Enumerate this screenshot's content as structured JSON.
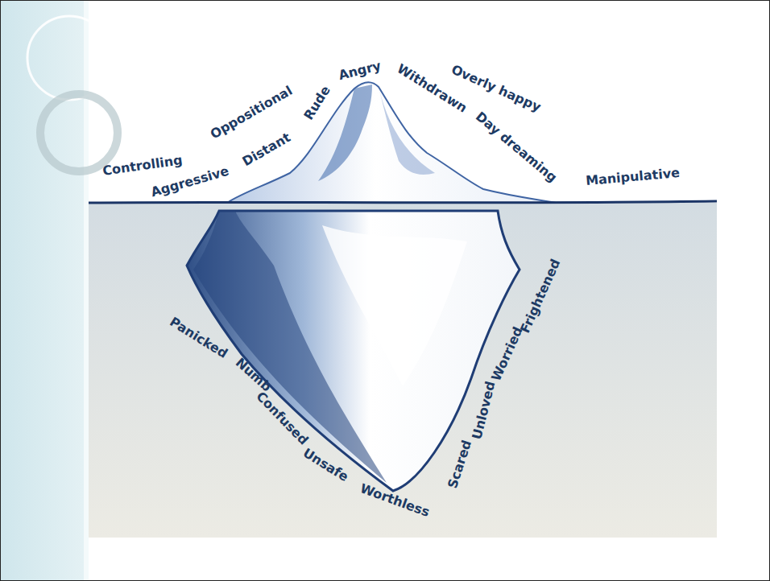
{
  "diagram": {
    "labels": [
      "Controlling",
      "Aggressive",
      "Oppositional",
      "Distant",
      "Rude",
      "Angry",
      "Withdrawn",
      "Overly happy",
      "Day dreaming",
      "Manipulative",
      "Panicked",
      "Numb",
      "Confused",
      "Unsafe",
      "Worthless",
      "Scared",
      "Unloved",
      "Worried",
      "Frightened"
    ]
  }
}
